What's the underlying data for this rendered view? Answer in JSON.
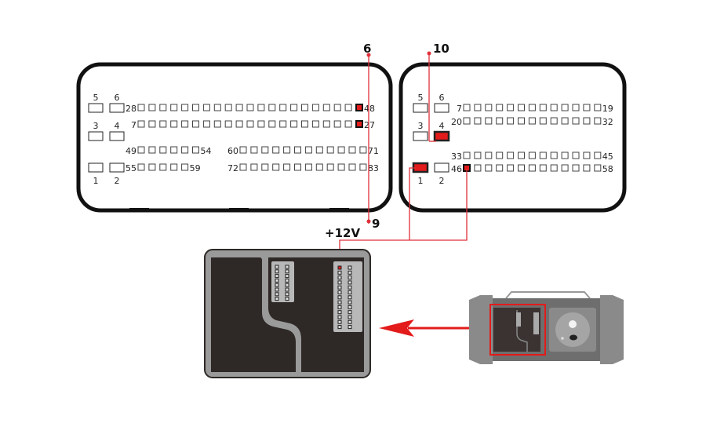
{
  "colors": {
    "highlight": "#e31b1b",
    "wire": "#e0303a",
    "outline": "#111111",
    "pin_stroke": "#333333",
    "adapter_body": "#2e2826",
    "adapter_frame": "#9a9a9a",
    "device_body": "#7d7d7d"
  },
  "callouts": {
    "pin6": "6",
    "pin10": "10",
    "pin9": "9",
    "plus12v": "+12V"
  },
  "connector_left": {
    "large_pin_labels": [
      "5",
      "6",
      "3",
      "4",
      "1",
      "2"
    ],
    "rows": [
      {
        "start": "28",
        "end": "48",
        "count": 21,
        "highlight_last": true
      },
      {
        "start": "7",
        "end": "27",
        "count": 21,
        "highlight_last": true
      },
      {
        "start": "49",
        "end": "54",
        "count": 6,
        "highlight_last": false
      },
      {
        "start": "55",
        "end": "59",
        "count": 5,
        "highlight_last": false
      },
      {
        "start": "60",
        "end": "71",
        "count": 12,
        "highlight_last": false
      },
      {
        "start": "72",
        "end": "83",
        "count": 12,
        "highlight_last": false
      }
    ]
  },
  "connector_right": {
    "large_pin_labels": [
      "5",
      "6",
      "3",
      "4",
      "1",
      "2"
    ],
    "highlighted_large_pins": [
      "4",
      "1"
    ],
    "rows": [
      {
        "start": "7",
        "end": "19",
        "count": 13
      },
      {
        "start": "20",
        "end": "32",
        "count": 13
      },
      {
        "start": "33",
        "end": "45",
        "count": 13
      },
      {
        "start": "46",
        "end": "58",
        "count": 13,
        "highlight_first": true
      }
    ]
  },
  "adapter_port": {
    "left_block": {
      "columns": 2,
      "rows": 8
    },
    "right_block": {
      "columns": 2,
      "rows": 13,
      "highlighted_pin": "top-left"
    }
  },
  "arrow": {
    "direction": "left",
    "meaning": "device port to adapter port detail"
  }
}
